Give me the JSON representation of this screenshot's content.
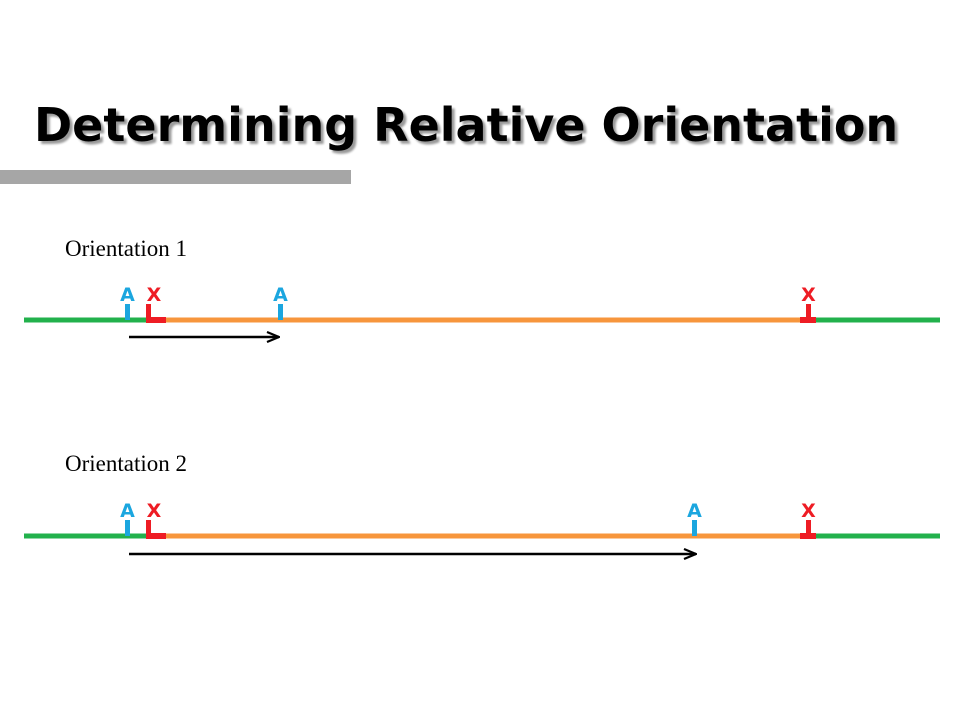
{
  "slide": {
    "title": "Determining Relative Orientation"
  },
  "colors": {
    "flank": "#22b14c",
    "insert": "#f7963c",
    "site_a": "#1ba6df",
    "site_x": "#ee1c24",
    "arrow": "#000000",
    "title_bar": "#a6a6a6"
  },
  "orientations": [
    {
      "label": "Orientation 1",
      "sites": [
        {
          "letter": "A",
          "type": "a"
        },
        {
          "letter": "X",
          "type": "x"
        },
        {
          "letter": "A",
          "type": "a"
        },
        {
          "letter": "X",
          "type": "x"
        }
      ]
    },
    {
      "label": "Orientation 2",
      "sites": [
        {
          "letter": "A",
          "type": "a"
        },
        {
          "letter": "X",
          "type": "x"
        },
        {
          "letter": "A",
          "type": "a"
        },
        {
          "letter": "X",
          "type": "x"
        }
      ]
    }
  ]
}
